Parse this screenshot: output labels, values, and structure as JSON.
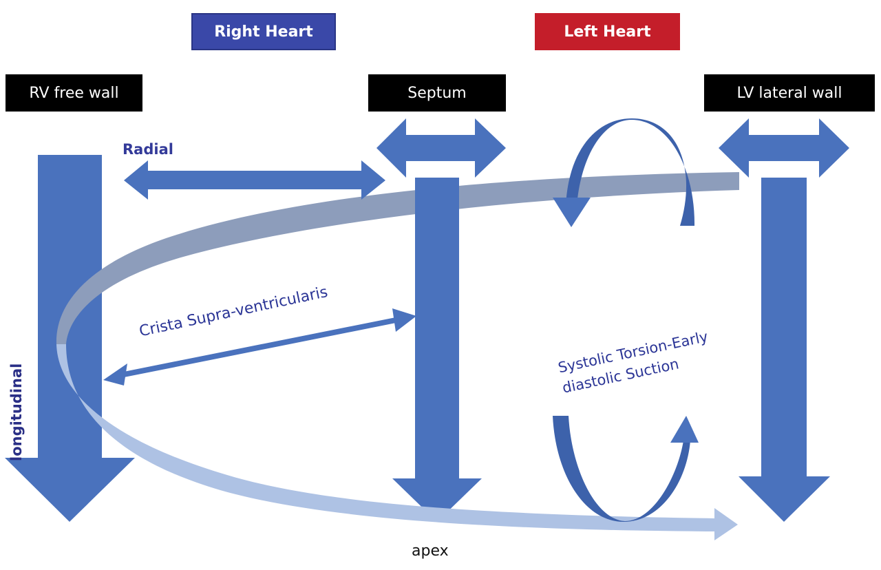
{
  "headers": {
    "right_heart": "Right Heart",
    "left_heart": "Left Heart"
  },
  "walls": {
    "rv_free_wall": "RV free wall",
    "septum": "Septum",
    "lv_lateral_wall": "LV lateral wall"
  },
  "annotations": {
    "radial": "Radial",
    "longitudinal": "longitudinal",
    "crista": "Crista Supra-ventricularis",
    "torsion_line1": "Systolic Torsion-Early",
    "torsion_line2": "diastolic Suction",
    "apex": "apex"
  },
  "colors": {
    "arrow_blue": "#4a72bd",
    "arrow_dark_blue": "#3d62ab",
    "band_gray_blue": "#8d9dbb",
    "band_light_blue": "#a9bde0",
    "right_heart_bg": "#3a48a8",
    "left_heart_bg": "#c41e2a",
    "label_bg": "#000000",
    "annotation_text": "#2b3596"
  }
}
